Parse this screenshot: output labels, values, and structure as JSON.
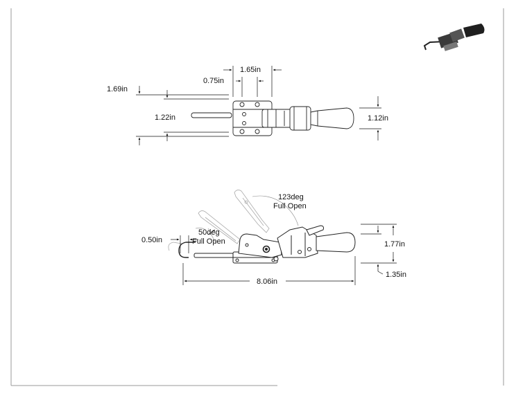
{
  "top_view": {
    "dims": {
      "width_top": "1.65in",
      "hole_spacing": "0.75in",
      "overall_height": "1.69in",
      "rod_offset": "1.22in",
      "handle_height": "1.12in"
    }
  },
  "side_view": {
    "open_angle": "123deg",
    "open_label": "Full Open",
    "partial_angle": "50deg",
    "partial_label": "Full Open",
    "dims": {
      "hook_offset": "0.50in",
      "height": "1.77in",
      "handle_offset": "1.35in",
      "overall_length": "8.06in"
    }
  }
}
